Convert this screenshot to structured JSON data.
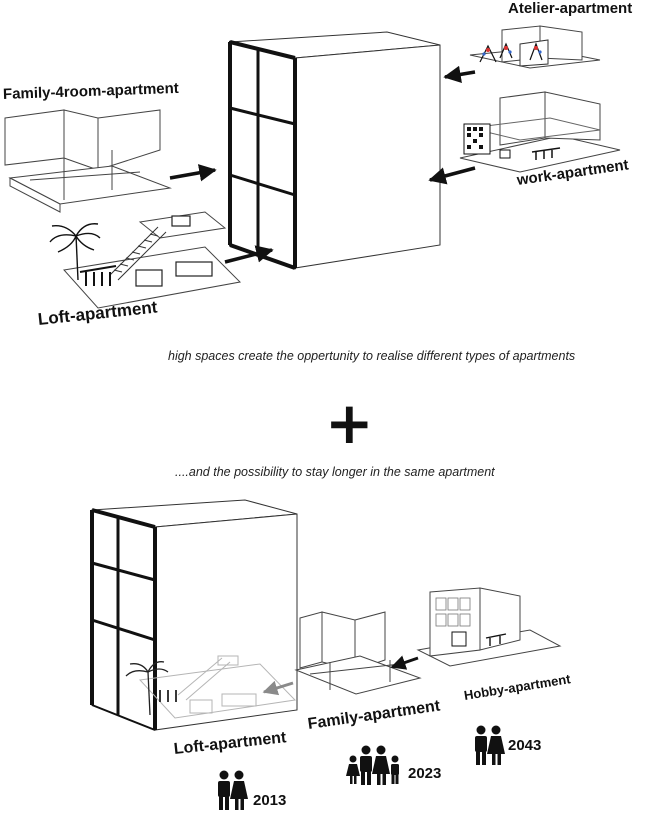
{
  "top": {
    "labels": {
      "atelier": "Atelier-apartment",
      "family4": "Family-4room-apartment",
      "work": "work-apartment",
      "loft": "Loft-apartment"
    },
    "caption": "high spaces create the oppertunity to realise different types of apartments"
  },
  "plus_sign": "+",
  "bottom": {
    "caption": "....and the possibility to stay longer in the same apartment",
    "stages": [
      {
        "label": "Loft-apartment",
        "year": "2013"
      },
      {
        "label": "Family-apartment",
        "year": "2023"
      },
      {
        "label": "Hobby-apartment",
        "year": "2043"
      }
    ]
  },
  "colors": {
    "ink": "#111111",
    "line": "#1a1a1a",
    "faint": "#b5b5b5",
    "arrow_grey": "#8a8a8a"
  }
}
